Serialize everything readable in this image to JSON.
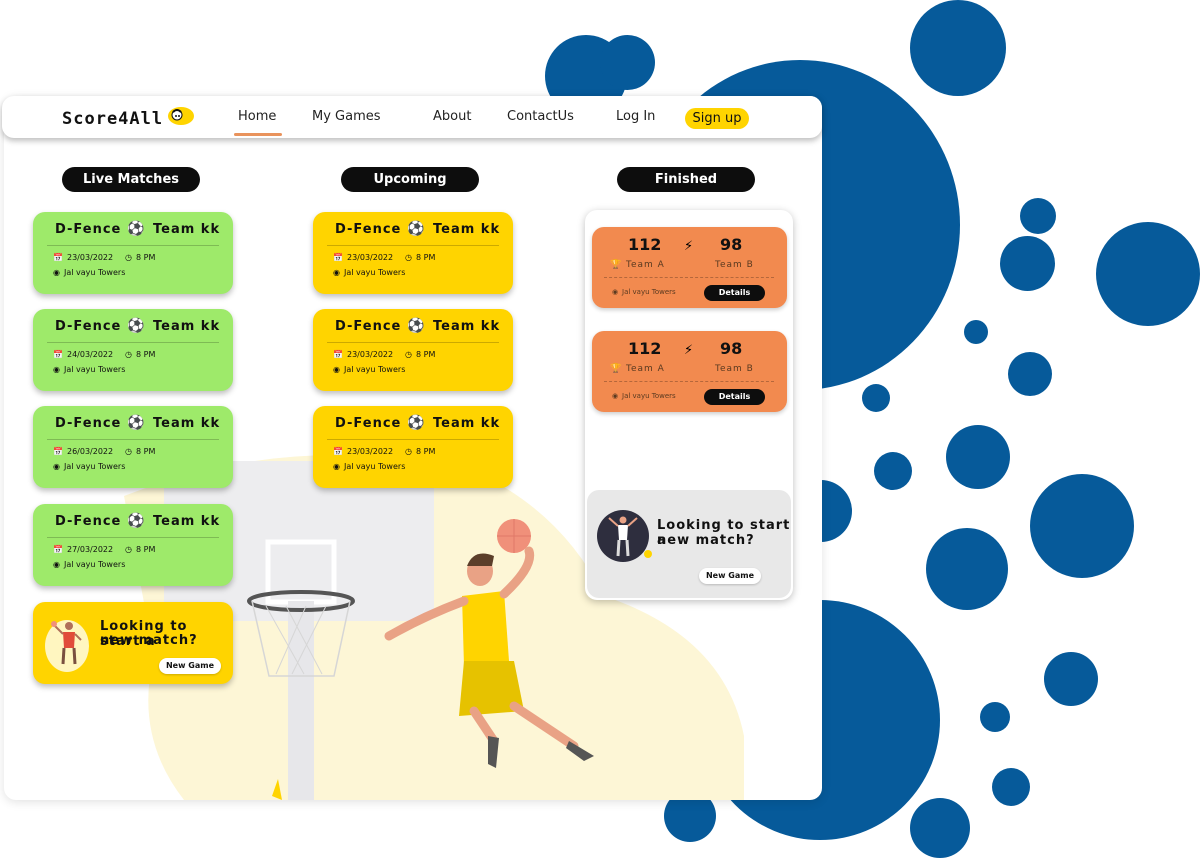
{
  "app": {
    "brand": "Score4All",
    "colors": {
      "accent_blue": "#065a9a",
      "live": "#9eea6a",
      "upcoming": "#ffd400",
      "finished": "#f28a4f",
      "signup": "#ffd400",
      "active_underline": "#e9935c"
    }
  },
  "nav": {
    "home": "Home",
    "my_games": "My Games",
    "about": "About",
    "contact": "ContactUs",
    "login": "Log In",
    "signup": "Sign up"
  },
  "columns": {
    "live": "Live Matches",
    "upcoming": "Upcoming",
    "finished": "Finished"
  },
  "live_matches": [
    {
      "team1": "D-Fence",
      "team2": "Team kk",
      "date": "23/03/2022",
      "time": "8 PM",
      "venue": "Jal vayu Towers"
    },
    {
      "team1": "D-Fence",
      "team2": "Team kk",
      "date": "24/03/2022",
      "time": "8 PM",
      "venue": "Jal vayu Towers"
    },
    {
      "team1": "D-Fence",
      "team2": "Team kk",
      "date": "26/03/2022",
      "time": "8 PM",
      "venue": "Jal vayu Towers"
    },
    {
      "team1": "D-Fence",
      "team2": "Team kk",
      "date": "27/03/2022",
      "time": "8 PM",
      "venue": "Jal vayu Towers"
    }
  ],
  "upcoming_matches": [
    {
      "team1": "D-Fence",
      "team2": "Team kk",
      "date": "23/03/2022",
      "time": "8 PM",
      "venue": "Jal vayu Towers"
    },
    {
      "team1": "D-Fence",
      "team2": "Team kk",
      "date": "23/03/2022",
      "time": "8 PM",
      "venue": "Jal vayu Towers"
    },
    {
      "team1": "D-Fence",
      "team2": "Team kk",
      "date": "23/03/2022",
      "time": "8 PM",
      "venue": "Jal vayu Towers"
    }
  ],
  "finished_matches": [
    {
      "score_a": "112",
      "score_b": "98",
      "team_a": "Team A",
      "team_b": "Team B",
      "venue": "Jal vayu Towers",
      "button": "Details"
    },
    {
      "score_a": "112",
      "score_b": "98",
      "team_a": "Team A",
      "team_b": "Team B",
      "venue": "Jal vayu Towers",
      "button": "Details"
    }
  ],
  "promo_live": {
    "text_line1": "Looking to start a",
    "text_line2": "new match?",
    "button": "New Game"
  },
  "promo_finished": {
    "text_line1": "Looking to start a",
    "text_line2": "new match?",
    "button": "New Game"
  }
}
